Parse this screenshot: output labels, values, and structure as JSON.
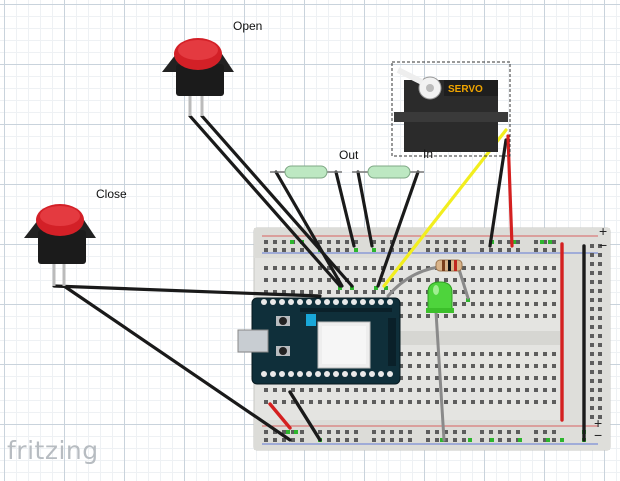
{
  "labels": {
    "open": "Open",
    "out": "Out",
    "in": "In",
    "close": "Close",
    "servo": "SERVO"
  },
  "brand": "fritzing",
  "breadboard_marks": {
    "plus_top": "+",
    "minus_top": "−",
    "plus_bottom": "+",
    "minus_bottom": "−"
  },
  "colors": {
    "wire_black": "#1a1a1a",
    "wire_red": "#d42020",
    "wire_yellow": "#f2ee1e",
    "wire_gray": "#8a8a8a",
    "breadboard": "#e4e4e1",
    "button_cap": "#d32027",
    "led": "#4ed43c",
    "photon_board": "#0f2f3a"
  }
}
